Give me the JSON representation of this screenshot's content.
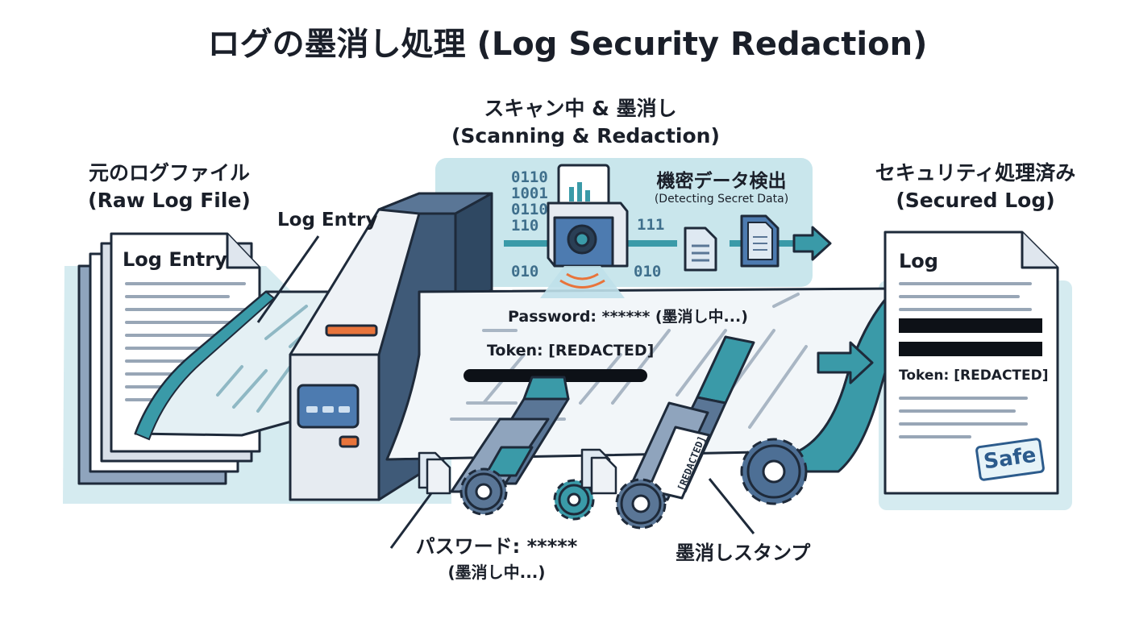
{
  "title": "ログの墨消し処理 (Log Security Redaction)",
  "sections": {
    "raw": {
      "ja": "元のログファイル",
      "en": "(Raw Log File)"
    },
    "scan": {
      "ja": "スキャン中 & 墨消し",
      "en": "(Scanning & Redaction)"
    },
    "secured": {
      "ja": "セキュリティ処理済み",
      "en": "(Secured Log)"
    }
  },
  "callouts": {
    "log_entry": "Log Entry",
    "detect_ja": "機密データ検出",
    "detect_en": "(Detecting Secret Data)",
    "password_ja": "パスワード: *****",
    "password_sub": "(墨消し中...)",
    "stamp": "墨消しスタンプ"
  },
  "input_doc": {
    "heading": "Log Entry"
  },
  "belt": {
    "password_line": "Password: ****** (墨消し中...)",
    "token_line": "Token:  [REDACTED]",
    "stamp_text": "[REDACTED]"
  },
  "output_doc": {
    "heading": "Log",
    "token_line": "Token: [REDACTED]",
    "stamp": "Safe"
  },
  "binary": {
    "left": [
      "0110",
      "1001",
      "0110",
      "110"
    ],
    "right_top": "111",
    "bottom_left": "010",
    "bottom_right": "010"
  },
  "colors": {
    "navy": "#1e2a3a",
    "teal": "#3a9aa8",
    "light_teal": "#cde8ef",
    "blue_gray": "#5a7696",
    "orange": "#e8743b"
  }
}
